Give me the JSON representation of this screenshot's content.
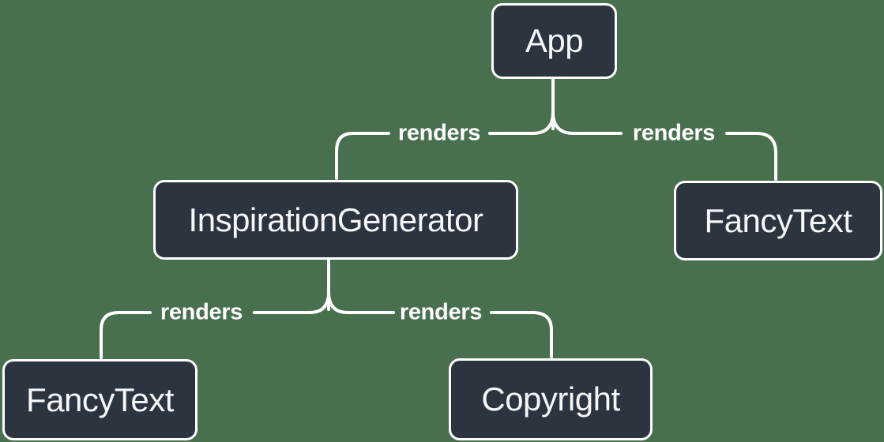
{
  "diagram": {
    "type": "component-render-tree",
    "background_color": "#48704E",
    "node_fill_color": "#2C3440",
    "node_border_color": "#FFFFFF",
    "node_text_color": "#F6F7F9",
    "edge_line_color": "#FFFFFF",
    "nodes": {
      "app": {
        "label": "App"
      },
      "inspiration_generator": {
        "label": "InspirationGenerator"
      },
      "fancy_text_top": {
        "label": "FancyText"
      },
      "fancy_text_bottom": {
        "label": "FancyText"
      },
      "copyright": {
        "label": "Copyright"
      }
    },
    "edges": [
      {
        "from": "App",
        "to": "InspirationGenerator",
        "label": "renders"
      },
      {
        "from": "App",
        "to": "FancyText",
        "label": "renders"
      },
      {
        "from": "InspirationGenerator",
        "to": "FancyText",
        "label": "renders"
      },
      {
        "from": "InspirationGenerator",
        "to": "Copyright",
        "label": "renders"
      }
    ]
  }
}
